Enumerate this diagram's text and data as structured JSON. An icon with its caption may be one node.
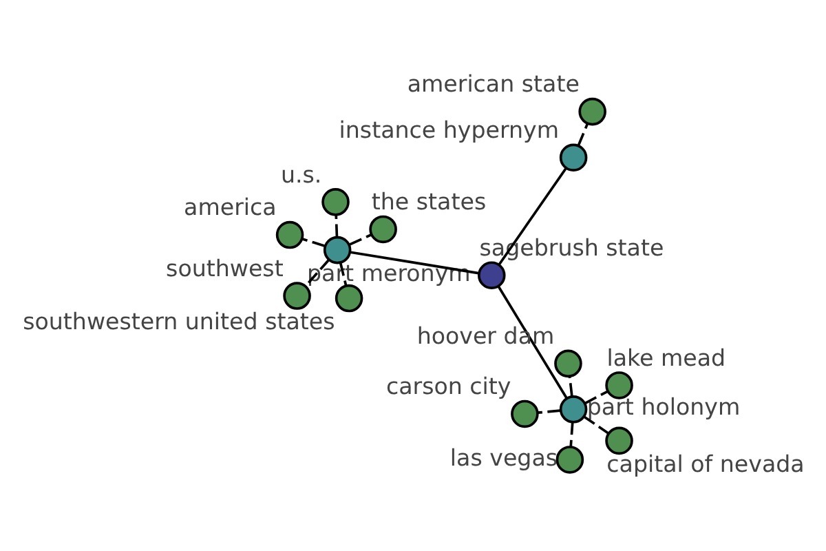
{
  "diagram": {
    "nodes": [
      {
        "text": [
          "sagebrush state"
        ]
      },
      {
        "text": [
          "part meronym"
        ]
      },
      {
        "text": [
          "southwestern united states"
        ]
      },
      {
        "text": [
          "u.s."
        ]
      },
      {
        "text": [
          "the states"
        ]
      },
      {
        "text": [
          "america"
        ]
      },
      {
        "text": [
          "southwest"
        ]
      },
      {
        "text": [
          "part holonym"
        ]
      },
      {
        "text": [
          "carson city"
        ]
      },
      {
        "text": [
          "capital of nevada"
        ]
      },
      {
        "text": [
          "las vegas"
        ]
      },
      {
        "text": [
          "hoover dam"
        ]
      },
      {
        "text": [
          "lake mead"
        ]
      },
      {
        "text": [
          "instance hypernym"
        ]
      },
      {
        "text": [
          "american state"
        ]
      }
    ],
    "edges": [
      {
        "from": 0,
        "to": 1,
        "arrow": "none"
      },
      {
        "from": 1,
        "to": 2,
        "arrow": "none",
        "style": "dashed"
      },
      {
        "from": 1,
        "to": 3,
        "arrow": "none",
        "style": "dashed"
      },
      {
        "from": 1,
        "to": 4,
        "arrow": "none",
        "style": "dashed"
      },
      {
        "from": 1,
        "to": 5,
        "arrow": "none",
        "style": "dashed"
      },
      {
        "from": 1,
        "to": 6,
        "arrow": "none",
        "style": "dashed"
      },
      {
        "from": 0,
        "to": 7,
        "arrow": "none"
      },
      {
        "from": 7,
        "to": 8,
        "arrow": "none",
        "style": "dashed"
      },
      {
        "from": 7,
        "to": 9,
        "arrow": "none",
        "style": "dashed"
      },
      {
        "from": 7,
        "to": 10,
        "arrow": "none",
        "style": "dashed"
      },
      {
        "from": 7,
        "to": 11,
        "arrow": "none",
        "style": "dashed"
      },
      {
        "from": 7,
        "to": 12,
        "arrow": "none",
        "style": "dashed"
      },
      {
        "from": 0,
        "to": 13,
        "arrow": "none"
      },
      {
        "from": 13,
        "to": 14,
        "arrow": "none",
        "style": "dashed"
      }
    ]
  }
}
